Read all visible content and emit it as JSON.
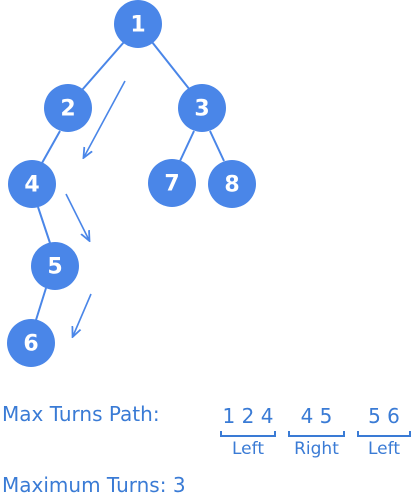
{
  "tree": {
    "node_color": "#4a86e8",
    "edge_color": "#4a86e8",
    "arrow_color": "#4a86e8",
    "nodes": [
      {
        "id": "n1",
        "label": "1"
      },
      {
        "id": "n2",
        "label": "2"
      },
      {
        "id": "n3",
        "label": "3"
      },
      {
        "id": "n4",
        "label": "4"
      },
      {
        "id": "n5",
        "label": "5"
      },
      {
        "id": "n6",
        "label": "6"
      },
      {
        "id": "n7",
        "label": "7"
      },
      {
        "id": "n8",
        "label": "8"
      }
    ],
    "edges": [
      {
        "from": "1",
        "to": "2"
      },
      {
        "from": "1",
        "to": "3"
      },
      {
        "from": "2",
        "to": "4"
      },
      {
        "from": "3",
        "to": "7"
      },
      {
        "from": "3",
        "to": "8"
      },
      {
        "from": "4",
        "to": "5"
      },
      {
        "from": "5",
        "to": "6"
      }
    ]
  },
  "path": {
    "heading": "Max Turns Path:",
    "segments": [
      {
        "nodes": "1 2 4",
        "direction": "Left"
      },
      {
        "nodes": "4 5",
        "direction": "Right"
      },
      {
        "nodes": "5 6",
        "direction": "Left"
      }
    ]
  },
  "result": {
    "text": "Maximum Turns: 3"
  }
}
